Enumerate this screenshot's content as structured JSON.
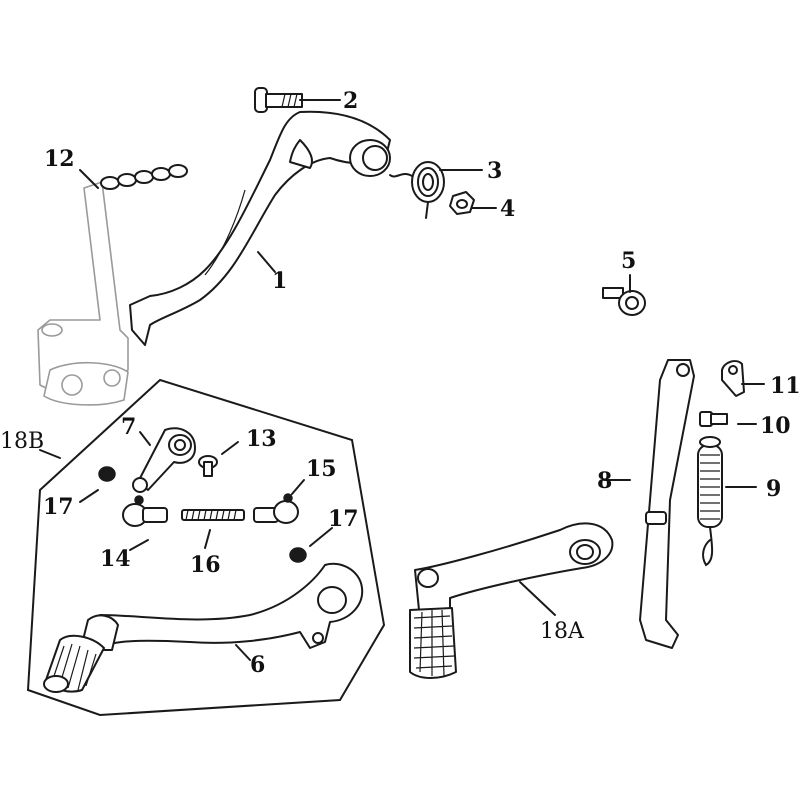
{
  "callouts": {
    "c1": "1",
    "c2": "2",
    "c3": "3",
    "c4": "4",
    "c5": "5",
    "c6": "6",
    "c7": "7",
    "c8": "8",
    "c9": "9",
    "c10": "10",
    "c11": "11",
    "c12": "12",
    "c13": "13",
    "c14": "14",
    "c15": "15",
    "c16": "16",
    "c17a": "17",
    "c17b": "17",
    "c18a": "18A",
    "c18b": "18B"
  },
  "colors": {
    "line": "#1a1a1a",
    "ghost": "#9a9a9a",
    "background": "#ffffff"
  }
}
